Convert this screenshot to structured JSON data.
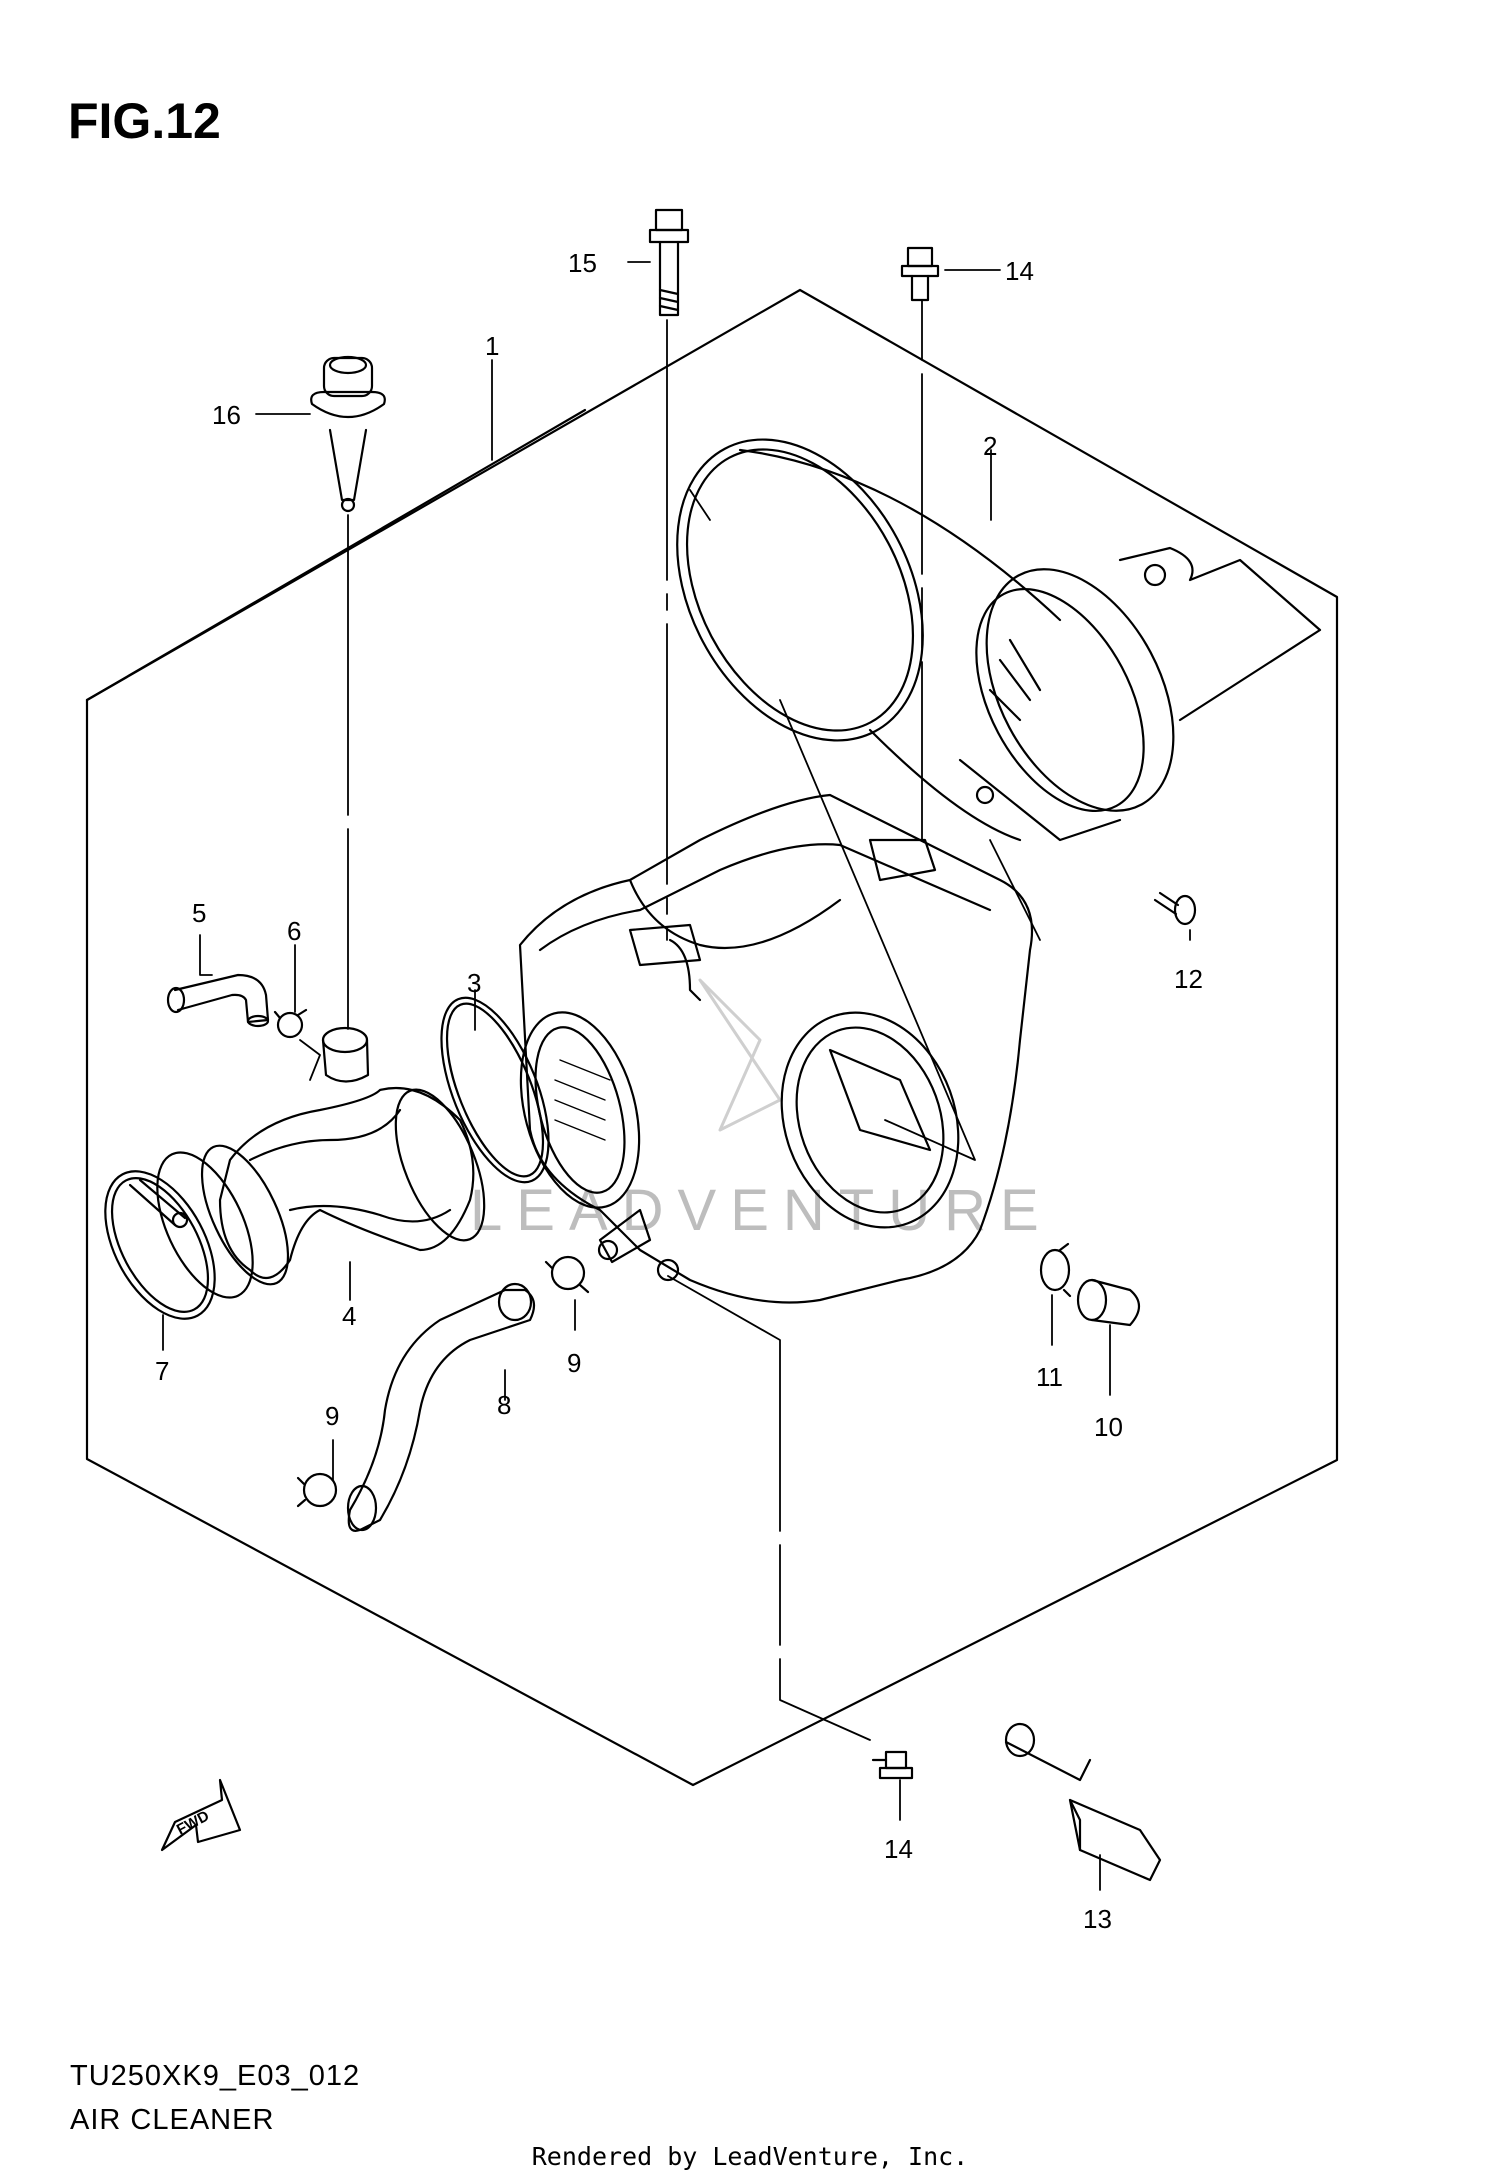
{
  "figure": {
    "title": "FIG.12"
  },
  "callouts": [
    {
      "id": "c1",
      "text": "1"
    },
    {
      "id": "c2",
      "text": "2"
    },
    {
      "id": "c3",
      "text": "3"
    },
    {
      "id": "c4",
      "text": "4"
    },
    {
      "id": "c5",
      "text": "5"
    },
    {
      "id": "c6",
      "text": "6"
    },
    {
      "id": "c7",
      "text": "7"
    },
    {
      "id": "c8",
      "text": "8"
    },
    {
      "id": "c9a",
      "text": "9"
    },
    {
      "id": "c9b",
      "text": "9"
    },
    {
      "id": "c10",
      "text": "10"
    },
    {
      "id": "c11",
      "text": "11"
    },
    {
      "id": "c12",
      "text": "12"
    },
    {
      "id": "c13",
      "text": "13"
    },
    {
      "id": "c14a",
      "text": "14"
    },
    {
      "id": "c14b",
      "text": "14"
    },
    {
      "id": "c15",
      "text": "15"
    },
    {
      "id": "c16",
      "text": "16"
    }
  ],
  "fwd_label": "FWD",
  "watermark": "LEADVENTURE",
  "diagram_code": "TU250XK9_E03_012",
  "diagram_name": "AIR CLEANER",
  "footer": "Rendered by LeadVenture, Inc."
}
